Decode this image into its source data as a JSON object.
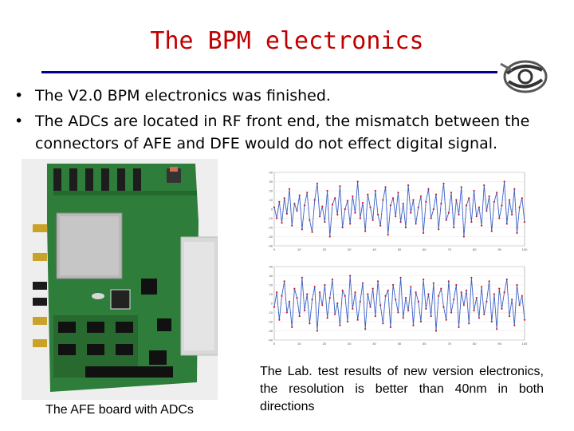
{
  "slide": {
    "title": "The BPM electronics",
    "bullets": [
      "The V2.0 BPM electronics was finished.",
      "The ADCs are located in RF front end, the mismatch between the connectors of  AFE and DFE would do not effect digital signal."
    ],
    "photo_caption": "The AFE board with ADCs",
    "results_caption": "The Lab. test results of new version electronics, the resolution is better than 40nm in both directions",
    "colors": {
      "title": "#c00000",
      "rule": "#00008b",
      "line": "#3b5fc4",
      "marker": "#d11a1a"
    },
    "logo_icon": "institute-logo-icon"
  },
  "chart_data": [
    {
      "type": "line",
      "ylim": [
        -40,
        40
      ],
      "xlim": [
        0,
        100
      ],
      "grid": true,
      "y_ticks": [
        "40",
        "30",
        "20",
        "10",
        "0",
        "-10",
        "-20",
        "-30",
        "-40"
      ],
      "x_ticks": [
        "0",
        "10",
        "20",
        "30",
        "40",
        "50",
        "60",
        "70",
        "80",
        "90",
        "100"
      ],
      "series": [
        {
          "values": [
            2,
            -10,
            8,
            -15,
            12,
            -5,
            22,
            -18,
            6,
            -2,
            15,
            -22,
            4,
            18,
            -12,
            -25,
            10,
            28,
            -8,
            3,
            -14,
            20,
            -30,
            5,
            12,
            -6,
            25,
            -20,
            0,
            9,
            -16,
            14,
            -4,
            30,
            -10,
            7,
            -24,
            16,
            2,
            -12,
            20,
            -6,
            -18,
            10,
            24,
            -28,
            4,
            12,
            -8,
            18,
            -14,
            6,
            -20,
            26,
            -4,
            10,
            -16,
            2,
            14,
            -26,
            8,
            22,
            -10,
            0,
            16,
            -22,
            6,
            28,
            -12,
            -4,
            18,
            -20,
            10,
            -6,
            24,
            -30,
            4,
            12,
            -14,
            20,
            -8,
            2,
            -18,
            26,
            -2,
            14,
            -24,
            8,
            18,
            -10,
            4,
            30,
            -16,
            10,
            -6,
            22,
            -26,
            2,
            12,
            -14
          ],
          "fill_marker": true
        }
      ]
    },
    {
      "type": "line",
      "ylim": [
        -40,
        40
      ],
      "xlim": [
        0,
        100
      ],
      "grid": true,
      "y_ticks": [
        "40",
        "30",
        "20",
        "10",
        "0",
        "-10",
        "-20",
        "-30",
        "-40"
      ],
      "x_ticks": [
        "0",
        "10",
        "20",
        "30",
        "40",
        "50",
        "60",
        "70",
        "80",
        "90",
        "100"
      ],
      "series": [
        {
          "values": [
            -4,
            12,
            -18,
            8,
            24,
            -10,
            2,
            -26,
            16,
            6,
            -14,
            28,
            -8,
            10,
            -22,
            4,
            18,
            -30,
            12,
            -2,
            20,
            -16,
            6,
            26,
            -12,
            0,
            -24,
            14,
            8,
            -20,
            30,
            -6,
            12,
            -18,
            2,
            22,
            -28,
            10,
            -4,
            16,
            -14,
            24,
            -2,
            -22,
            8,
            14,
            -26,
            20,
            4,
            -10,
            28,
            -16,
            6,
            -8,
            18,
            -24,
            12,
            2,
            -20,
            26,
            -6,
            10,
            -14,
            22,
            -30,
            8,
            16,
            -4,
            -18,
            24,
            -10,
            4,
            20,
            -26,
            12,
            -2,
            14,
            -22,
            28,
            -8,
            6,
            -16,
            18,
            -12,
            2,
            24,
            -20,
            10,
            -28,
            16,
            -6,
            12,
            26,
            -14,
            4,
            -24,
            20,
            -2,
            8,
            -18
          ],
          "fill_marker": true
        }
      ]
    }
  ]
}
